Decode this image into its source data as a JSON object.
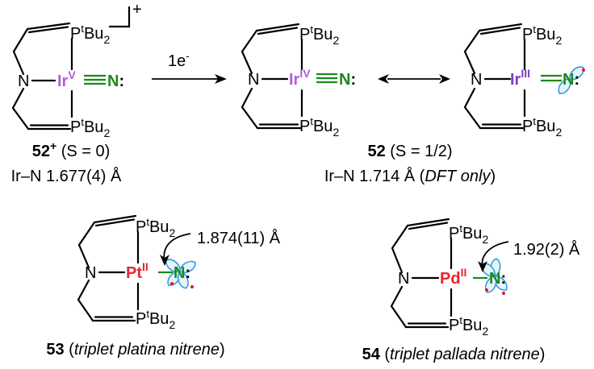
{
  "colors": {
    "iridium": "#b05fd8",
    "platinum": "#e8262d",
    "palladium": "#e8262d",
    "nitrogen": "#1a8a1a",
    "orbital_stroke": "#2f9be0",
    "orbital_fill": "#e7f3fb",
    "electron": "#e01b1b",
    "bond": "#000000"
  },
  "atoms": {
    "ir": "Ir",
    "pt": "Pt",
    "pd": "Pd",
    "n_amide": "N",
    "n_nitrido": "N",
    "p": "P",
    "t": "t",
    "bu": "Bu",
    "two": "2"
  },
  "oxidation_states": {
    "ir_v": "V",
    "ir_iv": "IV",
    "ir_iii": "III",
    "pt_ii": "II",
    "pd_ii": "II"
  },
  "charge": "+",
  "lone_pair": ":",
  "reaction": {
    "reagent_main": "1e",
    "reagent_sup": "-"
  },
  "captions": {
    "c52p_num": "52",
    "c52p_sup": "+",
    "c52p_rest": " (S = 0)",
    "c52p_bond": "Ir–N 1.677(4) Å",
    "c52_num": "52",
    "c52_rest": " (S = 1/2)",
    "c52_bond_pre": "Ir–N 1.714 Å (",
    "c52_bond_italic": "DFT only",
    "c52_bond_post": ")",
    "c53_num": "53",
    "c53_pre": " (",
    "c53_italic": "triplet platina nitrene",
    "c53_post": ")",
    "c54_num": "54",
    "c54_pre": " (",
    "c54_italic": "triplet pallada nitrene",
    "c54_post": ")"
  },
  "bond_lengths": {
    "pt_n": "1.874(11) Å",
    "pd_n": "1.92(2) Å"
  }
}
